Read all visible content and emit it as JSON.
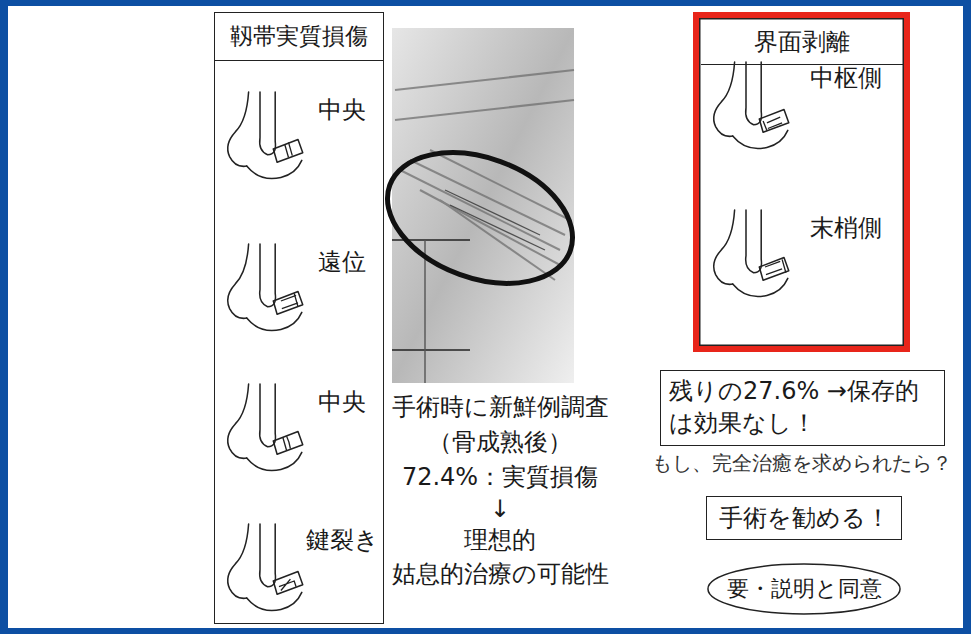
{
  "diagram": {
    "nodes": [
      {
        "text": [
          "靱帯実質損傷"
        ]
      },
      {
        "text": [
          "界面剥離"
        ]
      },
      {
        "text": [
          "残りの27.6% →保存的は効果なし！"
        ]
      },
      {
        "text": [
          "手術を勧める！"
        ]
      },
      {
        "text": [
          "要・説明と同意"
        ]
      }
    ],
    "labels": [
      "中央",
      "遠位",
      "中央",
      "鍵裂き",
      "中枢側",
      "末梢側",
      "手術時に新鮮例調査",
      "（骨成熟後）",
      "72.4%：実質損傷",
      "↓",
      "理想的",
      "姑息的治療の可能性",
      "もし、完全治癒を求められたら？"
    ]
  }
}
